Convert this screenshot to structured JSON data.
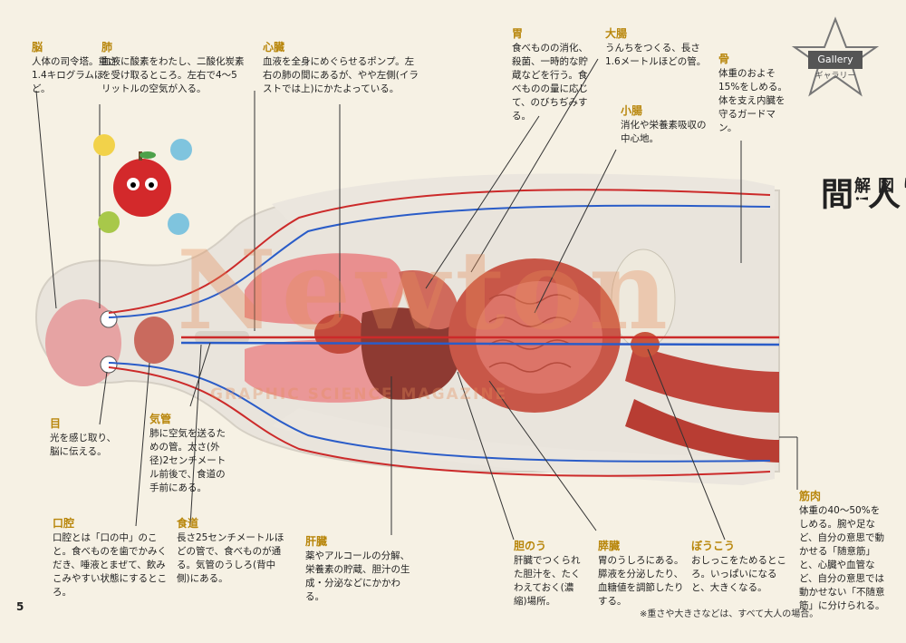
{
  "badge": {
    "gallery": "Gallery",
    "gallery_kana": "ギャラリー"
  },
  "title": {
    "sub": "びっくり図解!",
    "main": "皮膚だけとうめい人間"
  },
  "watermark": {
    "logo": "Newton",
    "tagline": "GRAPHIC SCIENCE MAGAZINE"
  },
  "labels": {
    "brain": {
      "title": "脳",
      "text": "人体の司令塔。重さ1.4キログラムほど。"
    },
    "lung": {
      "title": "肺",
      "text": "血液に酸素をわたし、二酸化炭素を受け取るところ。左右で4～5リットルの空気が入る。"
    },
    "heart": {
      "title": "心臓",
      "text": "血液を全身にめぐらせるポンプ。左右の肺の間にあるが、やや左側(イラストでは上)にかたよっている。"
    },
    "stomach": {
      "title": "胃",
      "text": "食べものの消化、殺菌、一時的な貯蔵などを行う。食べものの量に応じて、のびちぢみする。"
    },
    "large_intestine": {
      "title": "大腸",
      "text": "うんちをつくる、長さ1.6メートルほどの管。"
    },
    "small_intestine": {
      "title": "小腸",
      "text": "消化や栄養素吸収の中心地。"
    },
    "bone": {
      "title": "骨",
      "text": "体重のおよそ15%をしめる。体を支え内臓を守るガードマン。"
    },
    "eye": {
      "title": "目",
      "text": "光を感じ取り、脳に伝える。"
    },
    "trachea": {
      "title": "気管",
      "text": "肺に空気を送るための管。太さ(外径)2センチメートル前後で、食道の手前にある。"
    },
    "mouth": {
      "title": "口腔",
      "text": "口腔とは「口の中」のこと。食べものを歯でかみくだき、唾液とまぜて、飲みこみやすい状態にするところ。"
    },
    "esophagus": {
      "title": "食道",
      "text": "長さ25センチメートルほどの管で、食べものが通る。気管のうしろ(背中側)にある。"
    },
    "liver": {
      "title": "肝臓",
      "text": "薬やアルコールの分解、栄養素の貯蔵、胆汁の生成・分泌などにかかわる。"
    },
    "gallbladder": {
      "title": "胆のう",
      "text": "肝臓でつくられた胆汁を、たくわえておく(濃縮)場所。"
    },
    "pancreas": {
      "title": "膵臓",
      "text": "胃のうしろにある。膵液を分泌したり、血糖値を調節したりする。"
    },
    "bladder": {
      "title": "ぼうこう",
      "text": "おしっこをためるところ。いっぱいになると、大きくなる。"
    },
    "muscle": {
      "title": "筋肉",
      "text": "体重の40～50%をしめる。腕や足など、自分の意思で動かせる「随意筋」と、心臓や血管など、自分の意思では動かせない「不随意筋」に分けられる。"
    }
  },
  "footer": {
    "page": "5",
    "note": "※重さや大きさなどは、すべて大人の場合。"
  },
  "colors": {
    "accent": "#b8860b",
    "background": "#f6f1e4",
    "artery": "#cc2a2a",
    "vein": "#2a5cc8"
  }
}
